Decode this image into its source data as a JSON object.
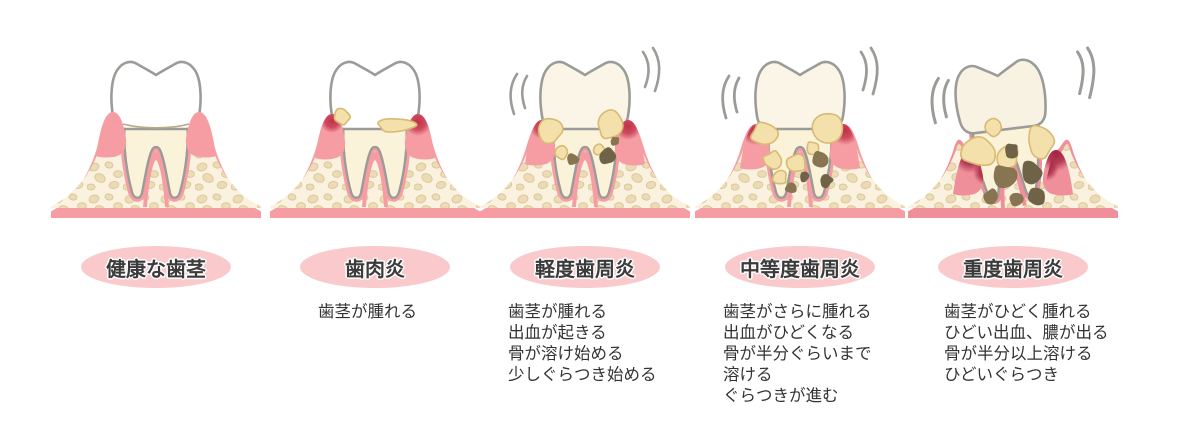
{
  "figure": {
    "stage_count": 5
  },
  "palette": {
    "background": "#ffffff",
    "gum_pink": "#f59da3",
    "gum_pink_severe": "#ef8f9a",
    "inflamed_red": "#c23049",
    "inflamed_red_severe": "#a32340",
    "bone_cream": "#faf2de",
    "pebble_beige": "#ecdcb6",
    "pebble_outline": "#dcc89c",
    "tooth_white": "#ffffff",
    "tooth_cream": "#faf5e6",
    "tooth_cream_severe": "#f8f2e2",
    "root_cream": "#fbf2da",
    "outline_gray": "#9b9b97",
    "tartar_yellow": "#f3e0aa",
    "tartar_outline": "#d9ba74",
    "decay_brown": "#877552",
    "decay_brown_dark": "#6f6347",
    "label_bg_pink": "#f9c9cc",
    "text_dark": "#3b3b3b",
    "desc_text": "#333333"
  },
  "stages": [
    {
      "id": "healthy",
      "label": "健康な歯茎",
      "desc_lines": []
    },
    {
      "id": "gingivitis",
      "label": "歯肉炎",
      "desc_lines": [
        "歯茎が腫れる"
      ]
    },
    {
      "id": "mild-periodontitis",
      "label": "軽度歯周炎",
      "desc_lines": [
        "歯茎が腫れる",
        "出血が起きる",
        "骨が溶け始める",
        "少しぐらつき始める"
      ]
    },
    {
      "id": "moderate-periodontitis",
      "label": "中等度歯周炎",
      "desc_lines": [
        "歯茎がさらに腫れる",
        "出血がひどくなる",
        "骨が半分ぐらいまで",
        "溶ける",
        "ぐらつきが進む"
      ]
    },
    {
      "id": "severe-periodontitis",
      "label": "重度歯周炎",
      "desc_lines": [
        "歯茎がひどく腫れる",
        "ひどい出血、膿が出る",
        "骨が半分以上溶ける",
        "ひどいぐらつき"
      ]
    }
  ]
}
